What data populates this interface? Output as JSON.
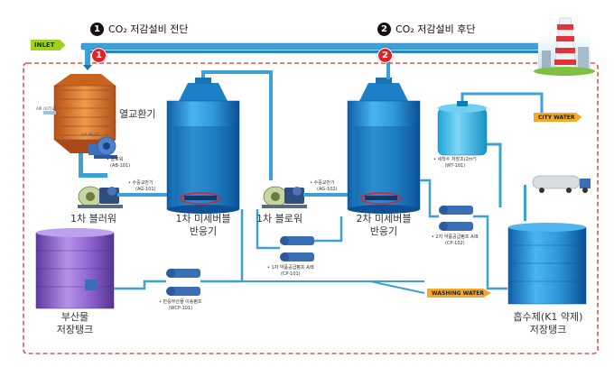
{
  "headers": [
    {
      "num": "1",
      "text": "CO₂ 저감설비 전단"
    },
    {
      "num": "2",
      "text": "CO₂ 저감설비 후단"
    }
  ],
  "markers": [
    "1",
    "2"
  ],
  "inlet": "INLET",
  "tags": {
    "city_water": "CITY WATER",
    "washing_water": "WASHING WATER"
  },
  "labels": {
    "heat_exchanger": "열교환기",
    "blower1": "1차 블러워",
    "reactor1_l1": "1차 미세버블",
    "reactor1_l2": "반응기",
    "blower2": "1차 블로워",
    "reactor2_l1": "2차 미세버블",
    "reactor2_l2": "반응기",
    "byproduct_l1": "부산물",
    "byproduct_l2": "저장탱크",
    "absorbent_l1": "흡수제(K1 약제)",
    "absorbent_l2": "저장탱크"
  },
  "small_labels": {
    "air_outlet": "AIR OUTLET",
    "air_inlet": "AIR INLET",
    "blower_fan": "• 블로워",
    "blower_fan_code": "(AB-101)",
    "circ_pump1": "• 수중교반기",
    "circ_pump1_code": "(AG-101)",
    "circ_pump2": "• 수중교반기",
    "circ_pump2_code": "(AG-102)",
    "chem_pump1": "• 1차 약품공급펌프 A/B",
    "chem_pump1_code": "(CP-101)",
    "byproduct_pump": "• 반응부산물 이송펌프",
    "byproduct_pump_code": "(WCP-101)",
    "wash_tank": "• 세척수 저장조(2m³)",
    "wash_tank_code": "(WT-101)",
    "chem_pump2": "• 2차 약품공급펌프 A/B",
    "chem_pump2_code": "(CP-102)"
  },
  "colors": {
    "pipe": "#3ea0d8",
    "dashed_border": "#d9302b",
    "marker": "#e02127",
    "tank_blue": "#1e8ad3",
    "tank_purple": "#8b60c9",
    "tag_orange": "#f4a92a",
    "inlet_green": "#9fd319"
  }
}
